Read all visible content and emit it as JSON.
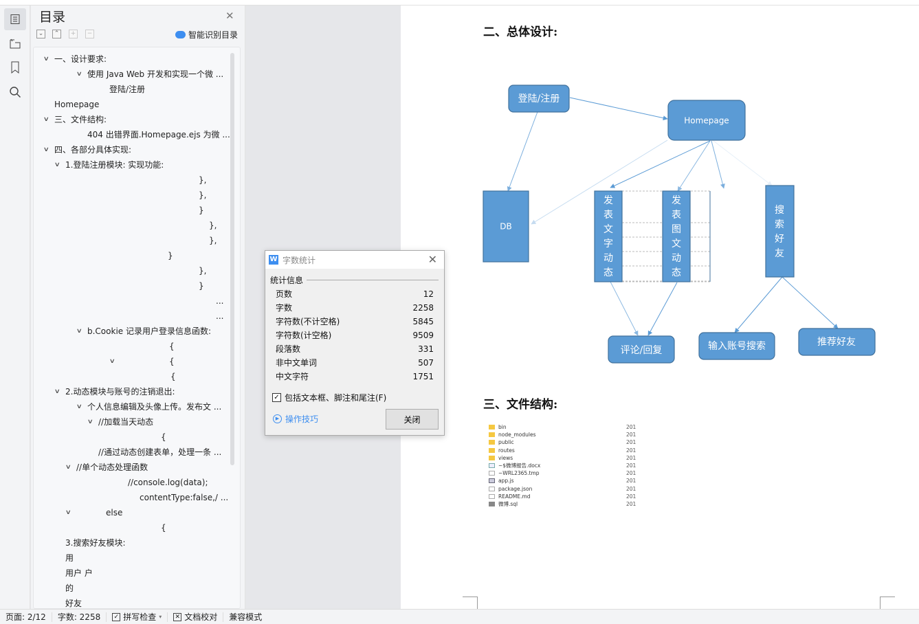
{
  "sidebar": {
    "title": "目录",
    "ai_label": "智能识别目录",
    "toc": [
      "一、设计要求:",
      "使用 Java Web 开发和实现一个微 ...",
      "登陆/注册",
      "Homepage",
      "三、文件结构:",
      "404 出错界面.Homepage.ejs 为微 ...",
      "四、各部分具体实现:",
      "1.登陆注册模块:  实现功能:",
      "},",
      "},",
      "}",
      "},",
      "},",
      "}",
      "},",
      "}",
      "...",
      "...",
      "b.Cookie 记录用户登录信息函数:",
      "{",
      "{",
      "{",
      "2.动态模块与账号的注销退出:",
      "个人信息编辑及头像上传。发布文 ...",
      "//加载当天动态",
      "{",
      "//通过动态创建表单，处理一条 ...",
      "//单个动态处理函数",
      "//console.log(data);",
      "contentType:false,/ ...",
      "else",
      "{",
      "3.搜索好友模块:",
      "用",
      "用户 户",
      "的",
      "好友"
    ]
  },
  "document": {
    "section2": "二、总体设计:",
    "section3": "三、文件结构:",
    "diagram": {
      "login": "登陆/注册",
      "homepage": "Homepage",
      "db": "DB",
      "post_text": [
        "发",
        "表",
        "文",
        "字",
        "动",
        "态"
      ],
      "post_image": [
        "发",
        "表",
        "图",
        "文",
        "动",
        "态"
      ],
      "search": [
        "搜",
        "索",
        "好",
        "友"
      ],
      "comment": "评论/回复",
      "search_account": "输入账号搜索",
      "recommend": "推荐好友"
    },
    "files": [
      {
        "name": "bin",
        "type": "folder",
        "date": "201"
      },
      {
        "name": "node_modules",
        "type": "folder",
        "date": "201"
      },
      {
        "name": "public",
        "type": "folder",
        "date": "201"
      },
      {
        "name": "routes",
        "type": "folder",
        "date": "201"
      },
      {
        "name": "views",
        "type": "folder",
        "date": "201"
      },
      {
        "name": "~$微博报告.docx",
        "type": "doc",
        "date": "201"
      },
      {
        "name": "~WRL2365.tmp",
        "type": "file",
        "date": "201"
      },
      {
        "name": "app.js",
        "type": "js",
        "date": "201"
      },
      {
        "name": "package.json",
        "type": "file",
        "date": "201"
      },
      {
        "name": "README.md",
        "type": "file",
        "date": "201"
      },
      {
        "name": "微博.sql",
        "type": "sql",
        "date": "201"
      }
    ]
  },
  "dialog": {
    "title": "字数统计",
    "group": "统计信息",
    "stats": [
      {
        "label": "页数",
        "value": "12"
      },
      {
        "label": "字数",
        "value": "2258"
      },
      {
        "label": "字符数(不计空格)",
        "value": "5845"
      },
      {
        "label": "字符数(计空格)",
        "value": "9509"
      },
      {
        "label": "段落数",
        "value": "331"
      },
      {
        "label": "非中文单词",
        "value": "507"
      },
      {
        "label": "中文字符",
        "value": "1751"
      }
    ],
    "checkbox_label": "包括文本框、脚注和尾注(F)",
    "checkbox_checked": true,
    "tips": "操作技巧",
    "close": "关闭"
  },
  "status": {
    "page": "页面: 2/12",
    "words": "字数: 2258",
    "spell": "拼写检查",
    "proof": "文档校对",
    "compat": "兼容模式"
  },
  "colors": {
    "shape": "#5b9bd5",
    "shape_border": "#41719c",
    "accent": "#3d8ef0"
  }
}
